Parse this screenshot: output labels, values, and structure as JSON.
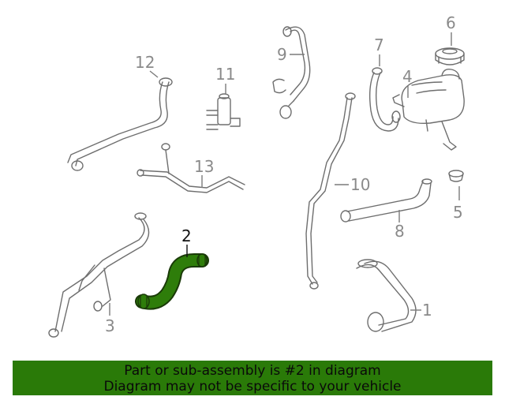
{
  "callouts": {
    "c1": "1",
    "c2": "2",
    "c3": "3",
    "c4": "4",
    "c5": "5",
    "c6": "6",
    "c7": "7",
    "c8": "8",
    "c9": "9",
    "c10": "10",
    "c11": "11",
    "c12": "12",
    "c13": "13"
  },
  "highlight": {
    "part": "2",
    "color": "#2e7d0a"
  },
  "banner": {
    "line1": "Part or sub-assembly is #2 in diagram",
    "line2": "Diagram may not be specific to your vehicle",
    "background": "#2a7a08"
  }
}
